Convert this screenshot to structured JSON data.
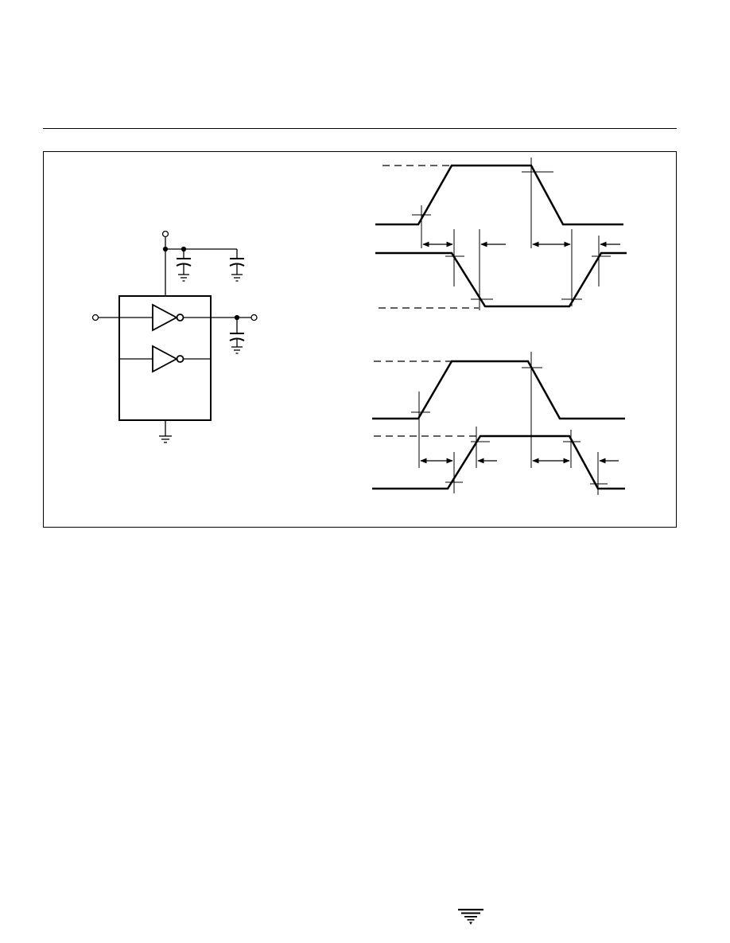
{
  "figure": {
    "schematic": {
      "components": [
        "supply-terminal",
        "bypass-capacitor",
        "supply-capacitor",
        "logic-package",
        "inverter",
        "inverter",
        "load-capacitor",
        "ground-symbol"
      ]
    },
    "timing": {
      "diagrams": [
        "inverting-propagation-delay",
        "non-inverting-propagation-delay"
      ]
    }
  },
  "colors": {
    "ink": "#000000",
    "background": "#ffffff"
  },
  "footer": {
    "logo": "manufacturer-logo-icon"
  }
}
